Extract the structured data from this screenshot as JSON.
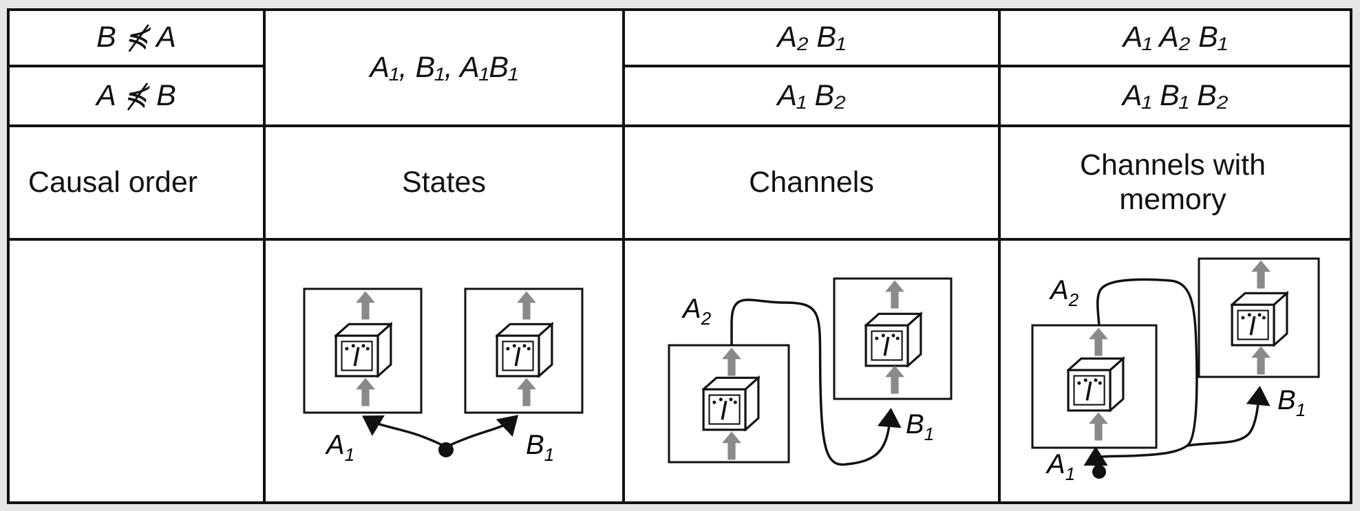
{
  "rows": {
    "row1": {
      "label": "B ⋠ A",
      "channels": "A₂ B₁",
      "memory": "A₁ A₂ B₁"
    },
    "row2": {
      "label": "A ⋠ B",
      "channels": "A₁ B₂",
      "memory": "A₁ B₁ B₂"
    },
    "states_events": "A₁, B₁, A₁B₁"
  },
  "headers": {
    "causal_order": "Causal order",
    "states": "States",
    "channels": "Channels",
    "channels_memory": "Channels with memory"
  },
  "diagram_labels": {
    "states": {
      "left": "A₁",
      "right": "B₁"
    },
    "channels": {
      "top": "A₂",
      "bottom": "B₁"
    },
    "memory": {
      "top": "A₂",
      "right": "B₁",
      "bottom": "A₁"
    }
  },
  "colors": {
    "background": "#e6e6e6",
    "table": "#ffffff",
    "arrow": "#8a8a8a",
    "line": "#111111"
  }
}
